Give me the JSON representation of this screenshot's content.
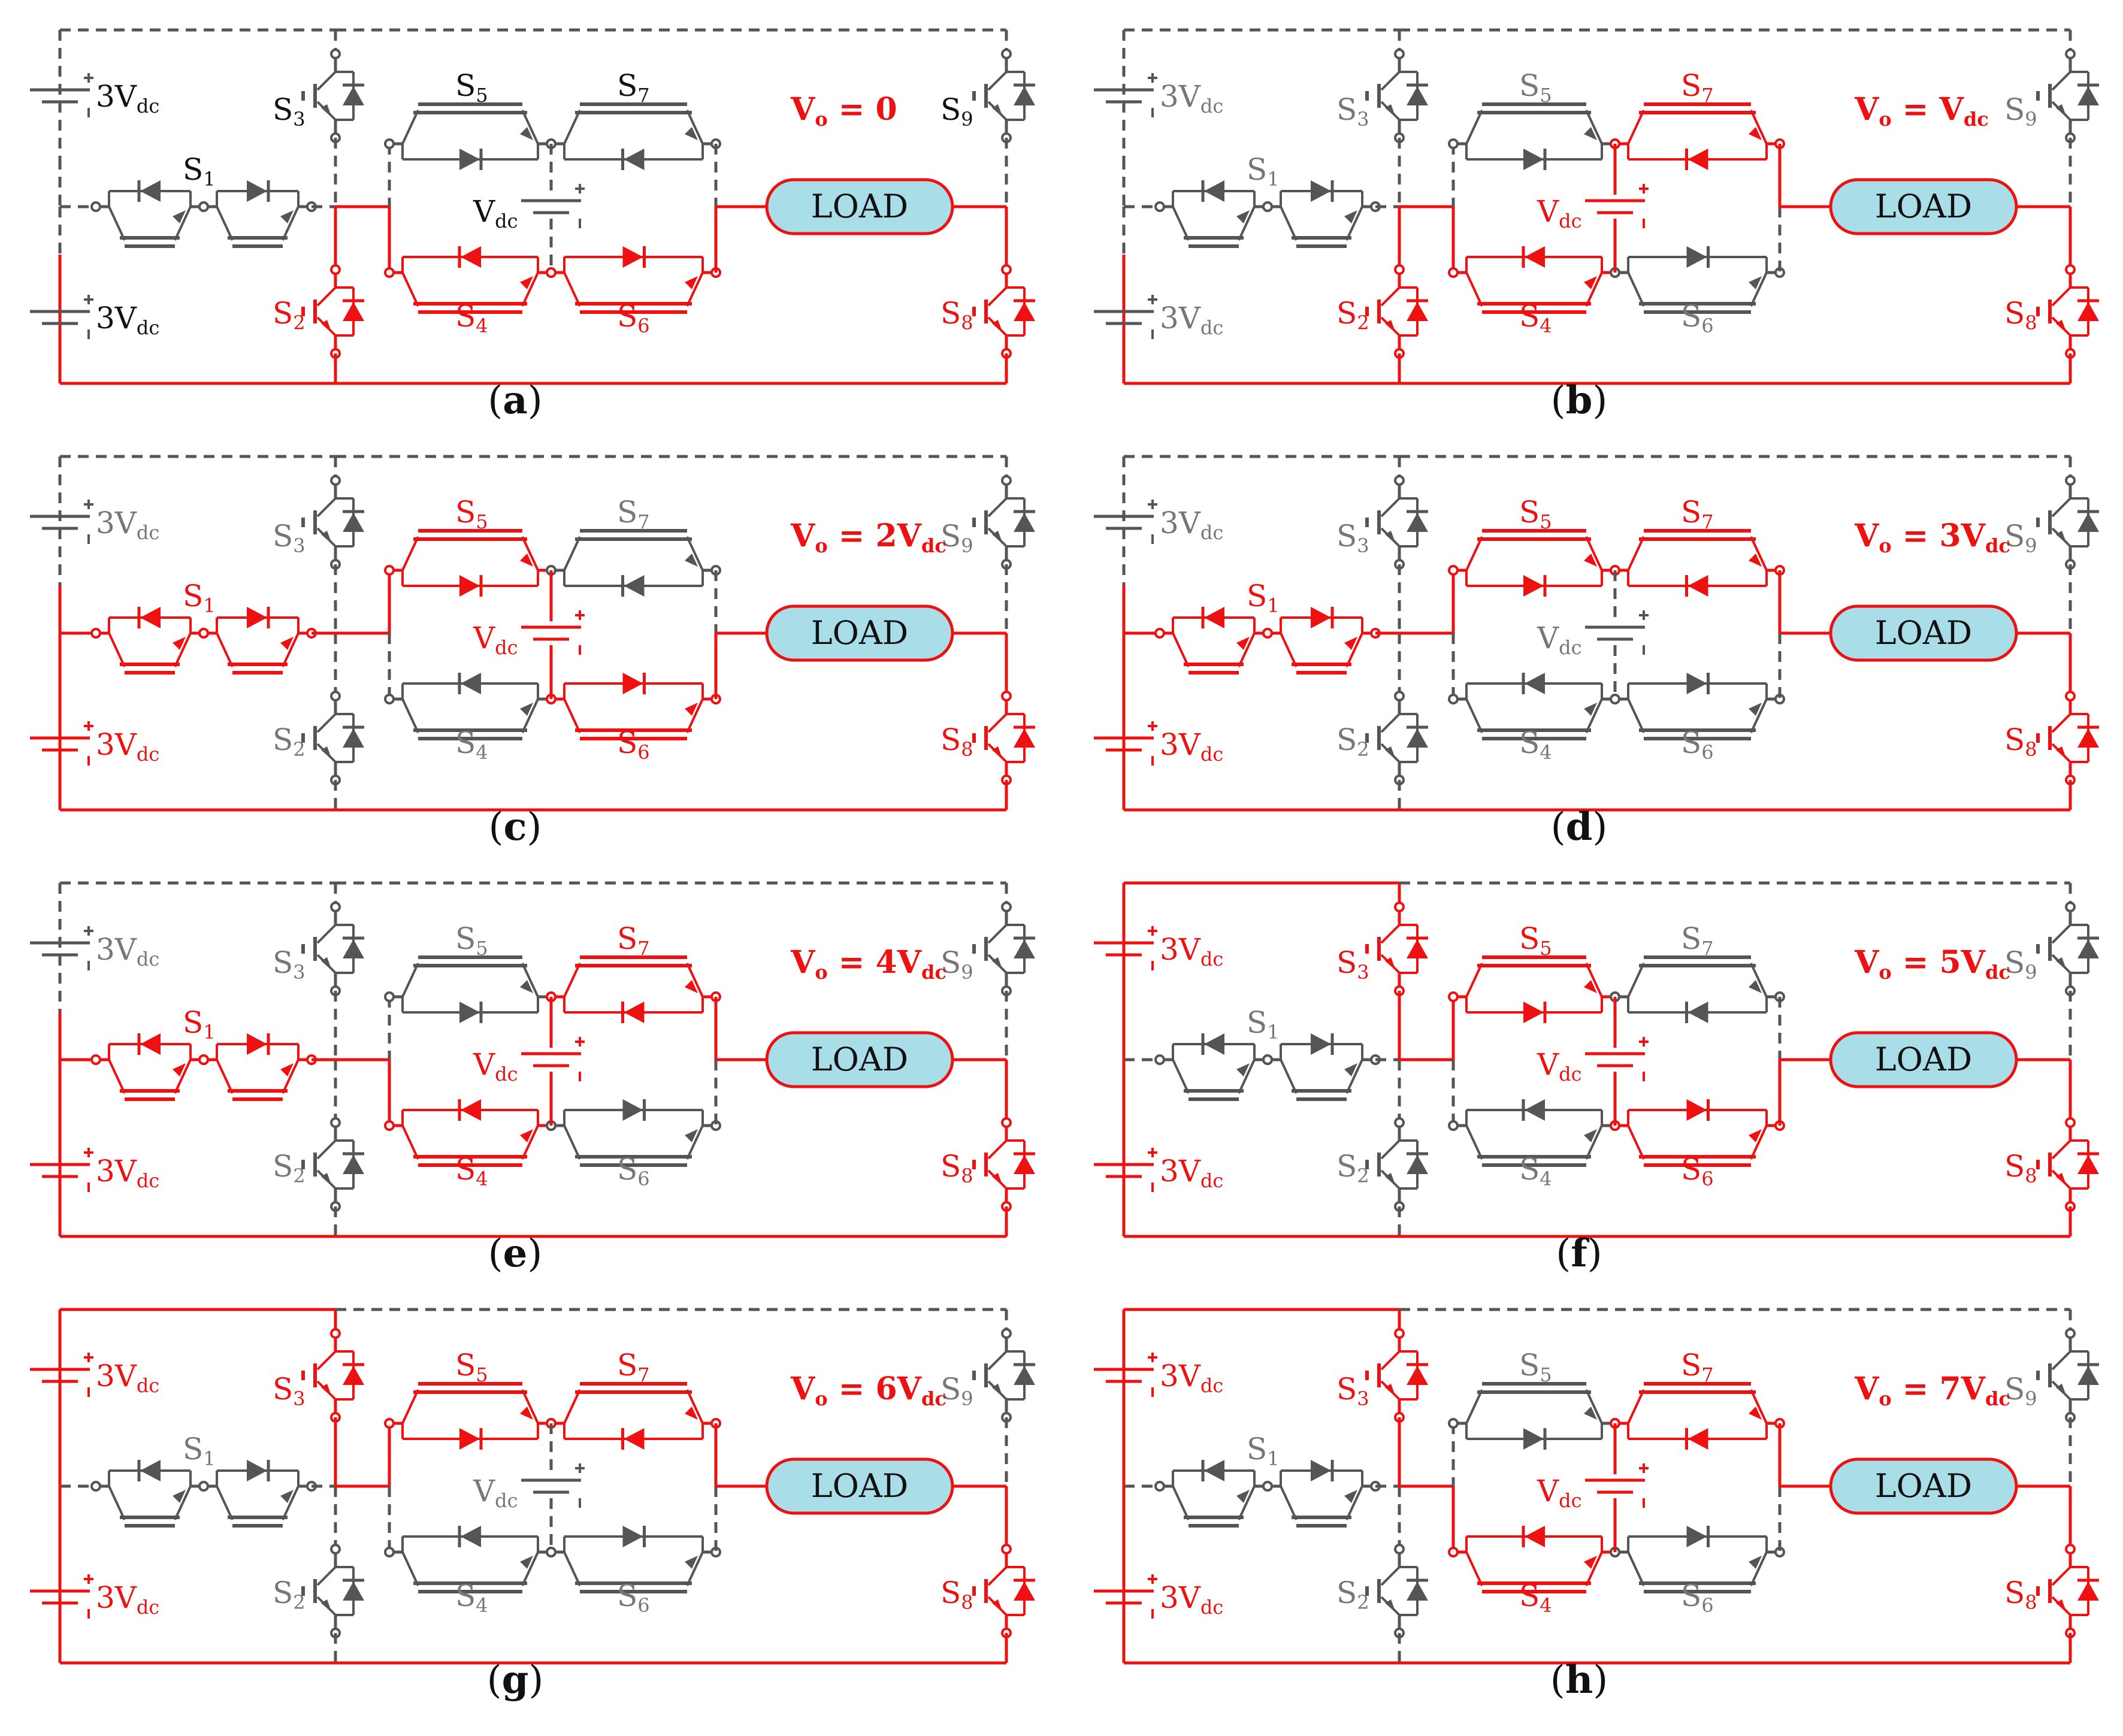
{
  "colors": {
    "active": "#ee1111",
    "inactive": "#555555",
    "inactive_text": "#777777",
    "load_fill": "#a9dde8",
    "black": "#111111"
  },
  "labels": {
    "src_top": "3V",
    "src_bot": "3V",
    "src_sub": "dc",
    "vdc_main": "V",
    "vdc_sub": "dc",
    "S1": "S",
    "S1_sub": "1",
    "S2": "S",
    "S2_sub": "2",
    "S3": "S",
    "S3_sub": "3",
    "S4": "S",
    "S4_sub": "4",
    "S5": "S",
    "S5_sub": "5",
    "S6": "S",
    "S6_sub": "6",
    "S7": "S",
    "S7_sub": "7",
    "S8": "S",
    "S8_sub": "8",
    "S9": "S",
    "S9_sub": "9",
    "load": "LOAD"
  },
  "panels": [
    {
      "id": "a",
      "caption": "a",
      "vo_main": "V",
      "vo_sub": "o",
      "vo_value": " = 0",
      "active": {
        "S1": false,
        "S2": true,
        "S3": false,
        "S4": true,
        "S5": false,
        "S6": true,
        "S7": false,
        "S8": true,
        "S9": false,
        "cap": false,
        "srcTop": false,
        "srcBot": false,
        "title_black": true
      }
    },
    {
      "id": "b",
      "caption": "b",
      "vo_main": "V",
      "vo_sub": "o",
      "vo_value": " = V",
      "vo_value_sub": "dc",
      "active": {
        "S1": false,
        "S2": true,
        "S3": false,
        "S4": true,
        "S5": false,
        "S6": false,
        "S7": true,
        "S8": true,
        "S9": false,
        "cap": true,
        "srcTop": false,
        "srcBot": false
      }
    },
    {
      "id": "c",
      "caption": "c",
      "vo_main": "V",
      "vo_sub": "o",
      "vo_value": " = 2V",
      "vo_value_sub": "dc",
      "active": {
        "S1": true,
        "S2": false,
        "S3": false,
        "S4": false,
        "S5": true,
        "S6": true,
        "S7": false,
        "S8": true,
        "S9": false,
        "cap": true,
        "srcTop": false,
        "srcBot": true
      }
    },
    {
      "id": "d",
      "caption": "d",
      "vo_main": "V",
      "vo_sub": "o",
      "vo_value": " = 3V",
      "vo_value_sub": "dc",
      "active": {
        "S1": true,
        "S2": false,
        "S3": false,
        "S4": false,
        "S5": true,
        "S6": false,
        "S7": true,
        "S8": true,
        "S9": false,
        "cap": false,
        "srcTop": false,
        "srcBot": true
      }
    },
    {
      "id": "e",
      "caption": "e",
      "vo_main": "V",
      "vo_sub": "o",
      "vo_value": " = 4V",
      "vo_value_sub": "dc",
      "active": {
        "S1": true,
        "S2": false,
        "S3": false,
        "S4": true,
        "S5": false,
        "S6": false,
        "S7": true,
        "S8": true,
        "S9": false,
        "cap": true,
        "srcTop": false,
        "srcBot": true
      }
    },
    {
      "id": "f",
      "caption": "f",
      "vo_main": "V",
      "vo_sub": "o",
      "vo_value": " = 5V",
      "vo_value_sub": "dc",
      "active": {
        "S1": false,
        "S2": false,
        "S3": true,
        "S4": false,
        "S5": true,
        "S6": true,
        "S7": false,
        "S8": true,
        "S9": false,
        "cap": true,
        "srcTop": true,
        "srcBot": true
      }
    },
    {
      "id": "g",
      "caption": "g",
      "vo_main": "V",
      "vo_sub": "o",
      "vo_value": " = 6V",
      "vo_value_sub": "dc",
      "active": {
        "S1": false,
        "S2": false,
        "S3": true,
        "S4": false,
        "S5": true,
        "S6": false,
        "S7": true,
        "S8": true,
        "S9": false,
        "cap": false,
        "srcTop": true,
        "srcBot": true
      }
    },
    {
      "id": "h",
      "caption": "h",
      "vo_main": "V",
      "vo_sub": "o",
      "vo_value": " = 7V",
      "vo_value_sub": "dc",
      "active": {
        "S1": false,
        "S2": false,
        "S3": true,
        "S4": true,
        "S5": false,
        "S6": false,
        "S7": true,
        "S8": true,
        "S9": false,
        "cap": true,
        "srcTop": true,
        "srcBot": true
      }
    }
  ]
}
